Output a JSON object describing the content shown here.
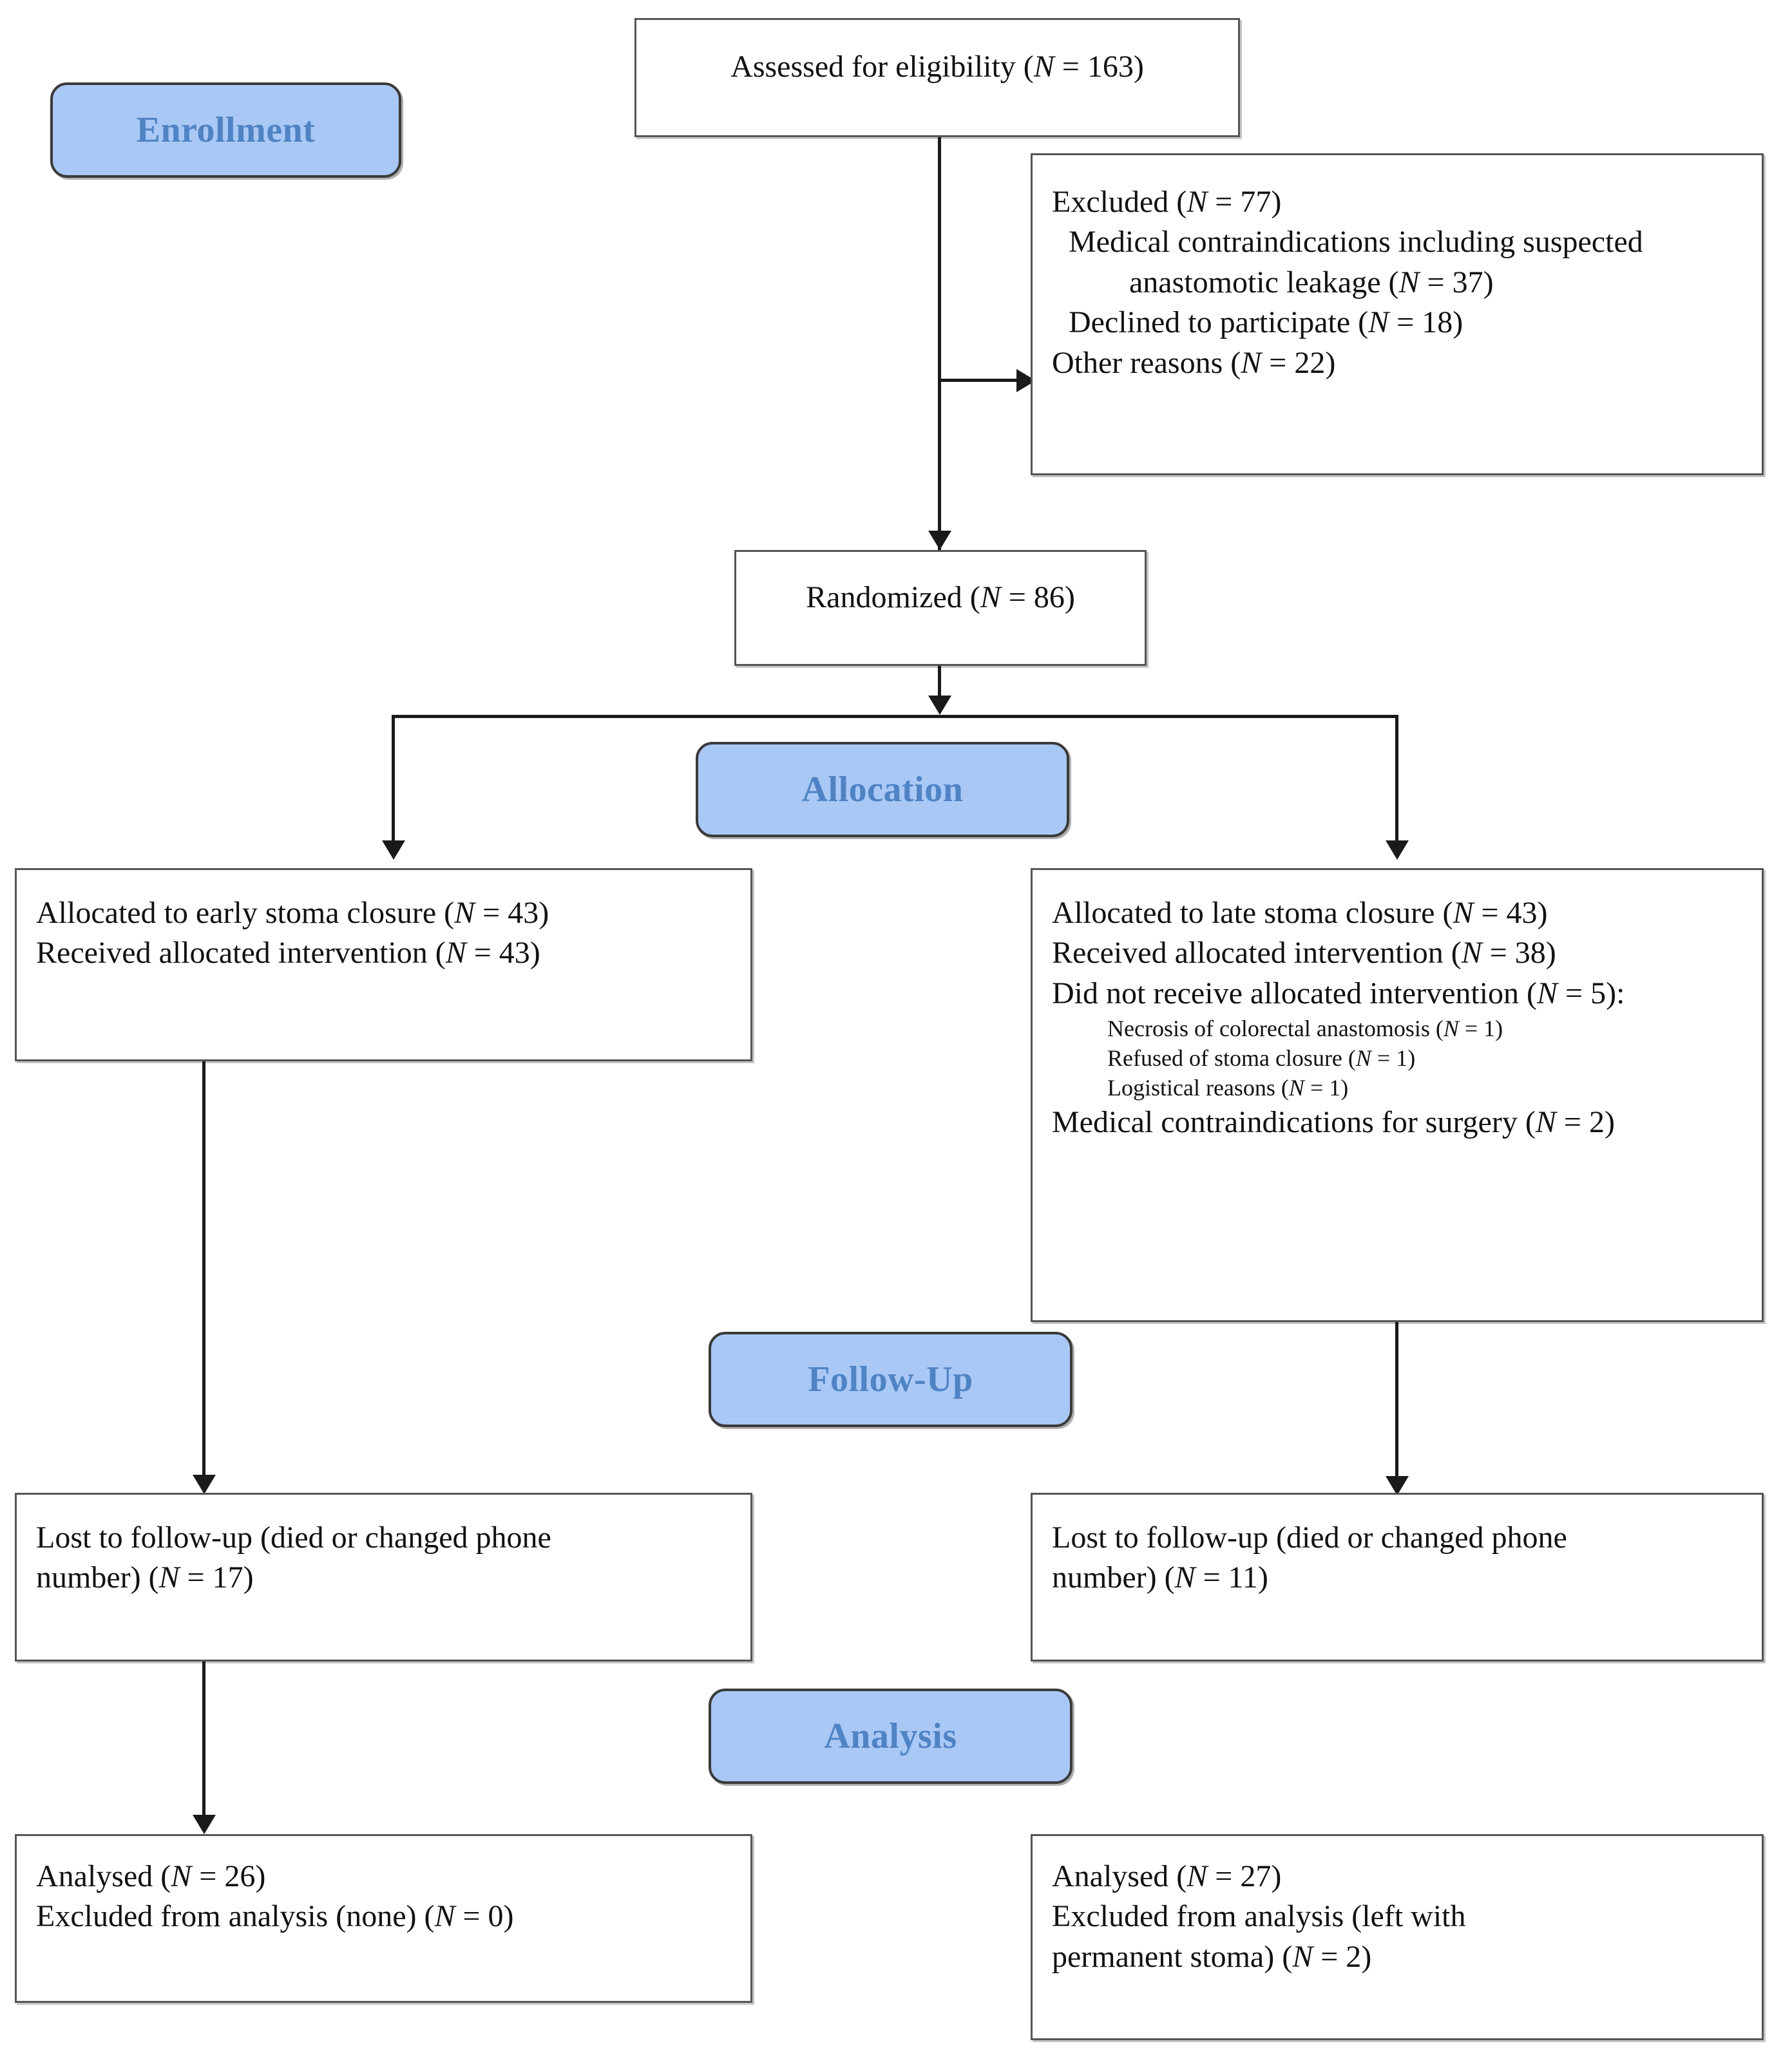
{
  "diagram": {
    "title": "CONSORT participant flow diagram",
    "type": "flowchart",
    "accent_badge_fill": "#a9c8f5",
    "accent_badge_text": "#4f83c4",
    "box_border_color": "#555555",
    "connector_color": "#1a1a1a"
  },
  "stages": {
    "enrollment": "Enrollment",
    "allocation": "Allocation",
    "followup": "Follow-Up",
    "analysis": "Analysis"
  },
  "assessed": {
    "line1": "Assessed for eligibility (N = 163)"
  },
  "excluded": {
    "line1": "Excluded (N = 77)",
    "line2": "Medical contraindications including suspected",
    "line3": "anastomotic leakage (N = 37)",
    "line4": "Declined to participate (N = 18)",
    "line5": "Other reasons (N = 22)"
  },
  "randomized": {
    "line1": "Randomized (N = 86)"
  },
  "allocation_left": {
    "line1": "Allocated to early stoma closure (N = 43)",
    "line2": "Received allocated intervention (N = 43)"
  },
  "allocation_right": {
    "line1": "Allocated to late stoma closure (N = 43)",
    "line2": "Received allocated intervention (N = 38)",
    "line3": "Did not receive allocated intervention (N = 5):",
    "sub1": "Necrosis of colorectal anastomosis (N = 1)",
    "sub2": "Refused of stoma closure (N = 1)",
    "sub3": "Logistical reasons (N = 1)",
    "line4": "Medical contraindications for surgery (N = 2)"
  },
  "followup_left": {
    "line1": "Lost to follow-up (died or changed phone",
    "line2": "number) (N = 17)"
  },
  "followup_right": {
    "line1": "Lost to follow-up (died or changed phone",
    "line2": "number) (N = 11)"
  },
  "analysis_left": {
    "line1": "Analysed (N = 26)",
    "line2": "Excluded from analysis (none) (N = 0)"
  },
  "analysis_right": {
    "line1": "Analysed (N = 27)",
    "line2": "Excluded from analysis (left with",
    "line3": "permanent stoma) (N = 2)"
  }
}
